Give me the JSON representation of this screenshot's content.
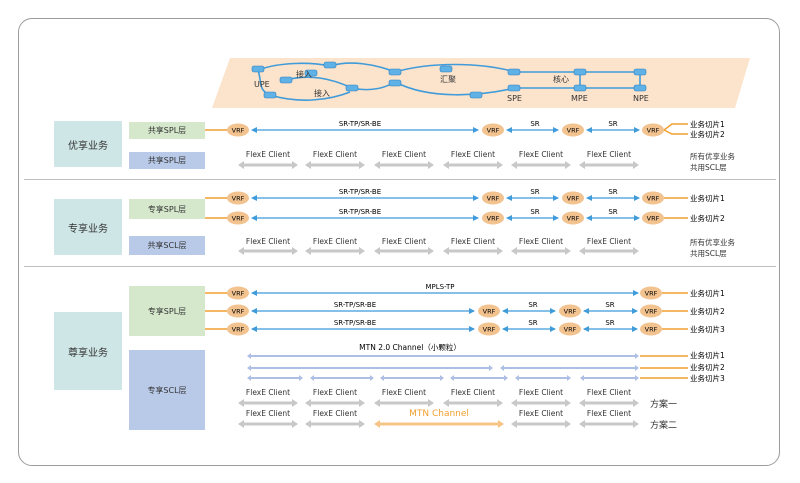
{
  "network": {
    "upe": "UPE",
    "access1": "接入",
    "access2": "接入",
    "aggregation": "汇聚",
    "core": "核心",
    "spe": "SPE",
    "mpe": "MPE",
    "npe": "NPE"
  },
  "tiers": {
    "t1": "优享业务",
    "t2": "专享业务",
    "t3": "尊享业务"
  },
  "layers": {
    "t1_spl": "共享SPL层",
    "t1_scl": "共享SPL层",
    "t2_spl": "专享SPL层",
    "t2_scl": "共享SCL层",
    "t3_spl": "专享SPL层",
    "t3_scl": "专享SCL层"
  },
  "labels": {
    "vrf": "VRF",
    "srtp": "SR-TP/SR-BE",
    "sr": "SR",
    "mplstp": "MPLS-TP",
    "flexe": "FlexE Client",
    "mtn_channel": "MTN 2.0 Channel（小颗粒）",
    "mtn": "MTN Channel",
    "slice1": "业务切片1",
    "slice2": "业务切片2",
    "slice3": "业务切片3",
    "shared_all_1": "所有优享业务",
    "shared_all_2": "共用SCL层",
    "shared_all_3": "所有优享业务",
    "shared_all_4": "共用SCL层",
    "scheme1": "方案一",
    "scheme2": "方案二"
  },
  "colors": {
    "blue_line": "#3f9bd9",
    "orange_line": "#f0a030",
    "vrf_fill": "#f2c28f",
    "gray_arrow": "#c8c8c8",
    "mtn_blue": "#aebfe6",
    "mtn_orange": "#f7c487",
    "tier_fill": "#cfe6e6",
    "spl_fill": "#d5e8cc",
    "scl_fill": "#b9cae8",
    "topo_bg": "#fbe3cc"
  }
}
